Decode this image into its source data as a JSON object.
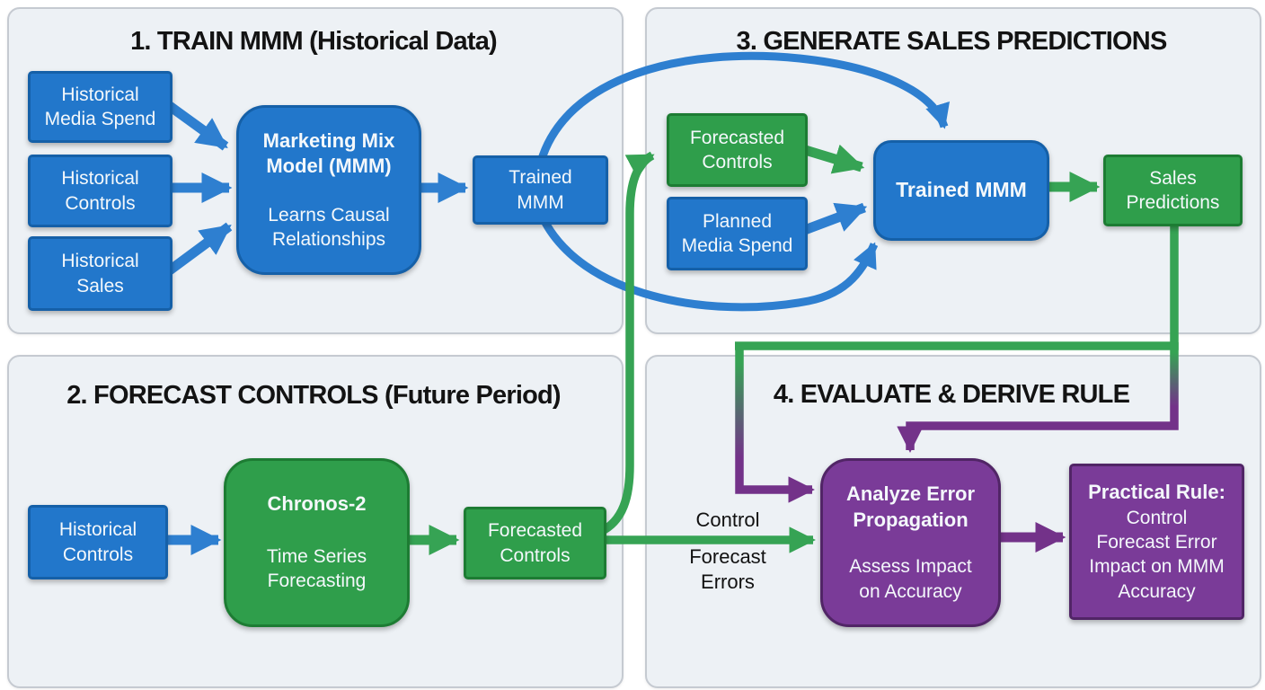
{
  "colors": {
    "box_blue": "#2277cb",
    "box_blue_border": "#1560a8",
    "box_green": "#2f9e4b",
    "box_green_border": "#1d7c33",
    "box_purple": "#7a3b98",
    "box_purple_border": "#512566",
    "arrow_blue": "#2e7fd0",
    "arrow_green": "#36a354",
    "arrow_purple": "#733289",
    "panel_bg": "#edf1f5",
    "panel_border": "#c5cad1",
    "title_text": "#131313",
    "box_text": "#f4f8fb"
  },
  "panels": {
    "train": {
      "title": "1. TRAIN MMM (Historical Data)"
    },
    "forecast": {
      "title": "2. FORECAST CONTROLS (Future Period)"
    },
    "generate": {
      "title": "3. GENERATE SALES PREDICTIONS"
    },
    "evaluate": {
      "title": "4. EVALUATE & DERIVE RULE"
    }
  },
  "boxes": {
    "historical_media_spend": {
      "label": "Historical\nMedia Spend"
    },
    "historical_controls_train": {
      "label": "Historical\nControls"
    },
    "historical_sales": {
      "label": "Historical\nSales"
    },
    "mmm": {
      "title": "Marketing Mix\nModel (MMM)",
      "subtitle": "Learns Causal\nRelationships"
    },
    "trained_mmm_train": {
      "label": "Trained\nMMM"
    },
    "forecasted_controls_generate": {
      "label": "Forecasted\nControls"
    },
    "planned_media_spend": {
      "label": "Planned\nMedia Spend"
    },
    "trained_mmm_generate": {
      "label": "Trained MMM"
    },
    "sales_predictions": {
      "label": "Sales\nPredictions"
    },
    "historical_controls_forecast": {
      "label": "Historical\nControls"
    },
    "chronos": {
      "title": "Chronos-2",
      "subtitle": "Time Series\nForecasting"
    },
    "forecasted_controls_forecast": {
      "label": "Forecasted\nControls"
    },
    "analyze_error": {
      "title": "Analyze Error\nPropagation",
      "subtitle": "Assess Impact\non Accuracy"
    },
    "practical_rule": {
      "title": "Practical Rule:",
      "body": "Control\nForecast Error\nImpact on MMM\nAccuracy"
    }
  },
  "labels": {
    "control": "Control",
    "forecast_errors": "Forecast\nErrors"
  }
}
